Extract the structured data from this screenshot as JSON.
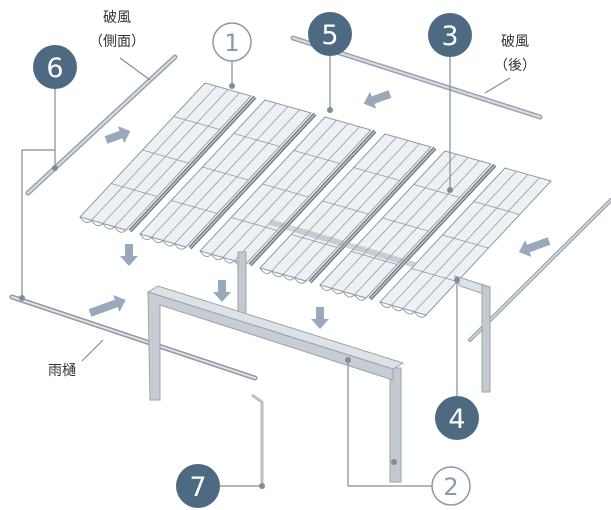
{
  "callouts": {
    "n1": "1",
    "n2": "2",
    "n3": "3",
    "n4": "4",
    "n5": "5",
    "n6": "6",
    "n7": "7"
  },
  "labels": {
    "side_line1": "破風",
    "side_line2": "（側面）",
    "back_line1": "破風",
    "back_line2": "（後）",
    "gutter": "雨樋"
  },
  "colors": {
    "callout_fill": "#4d6a82",
    "callout_text": "#ffffff",
    "outline_callout": "#8a9aa8",
    "arrow": "#98a9bb",
    "panel_fill": "#eef1f4",
    "panel_stroke": "#8f9aa5",
    "frame": "#b7bec5",
    "leader": "#7f8d9a",
    "text": "#333333"
  },
  "icons": {
    "flow_arrow": "arrow-icon"
  }
}
